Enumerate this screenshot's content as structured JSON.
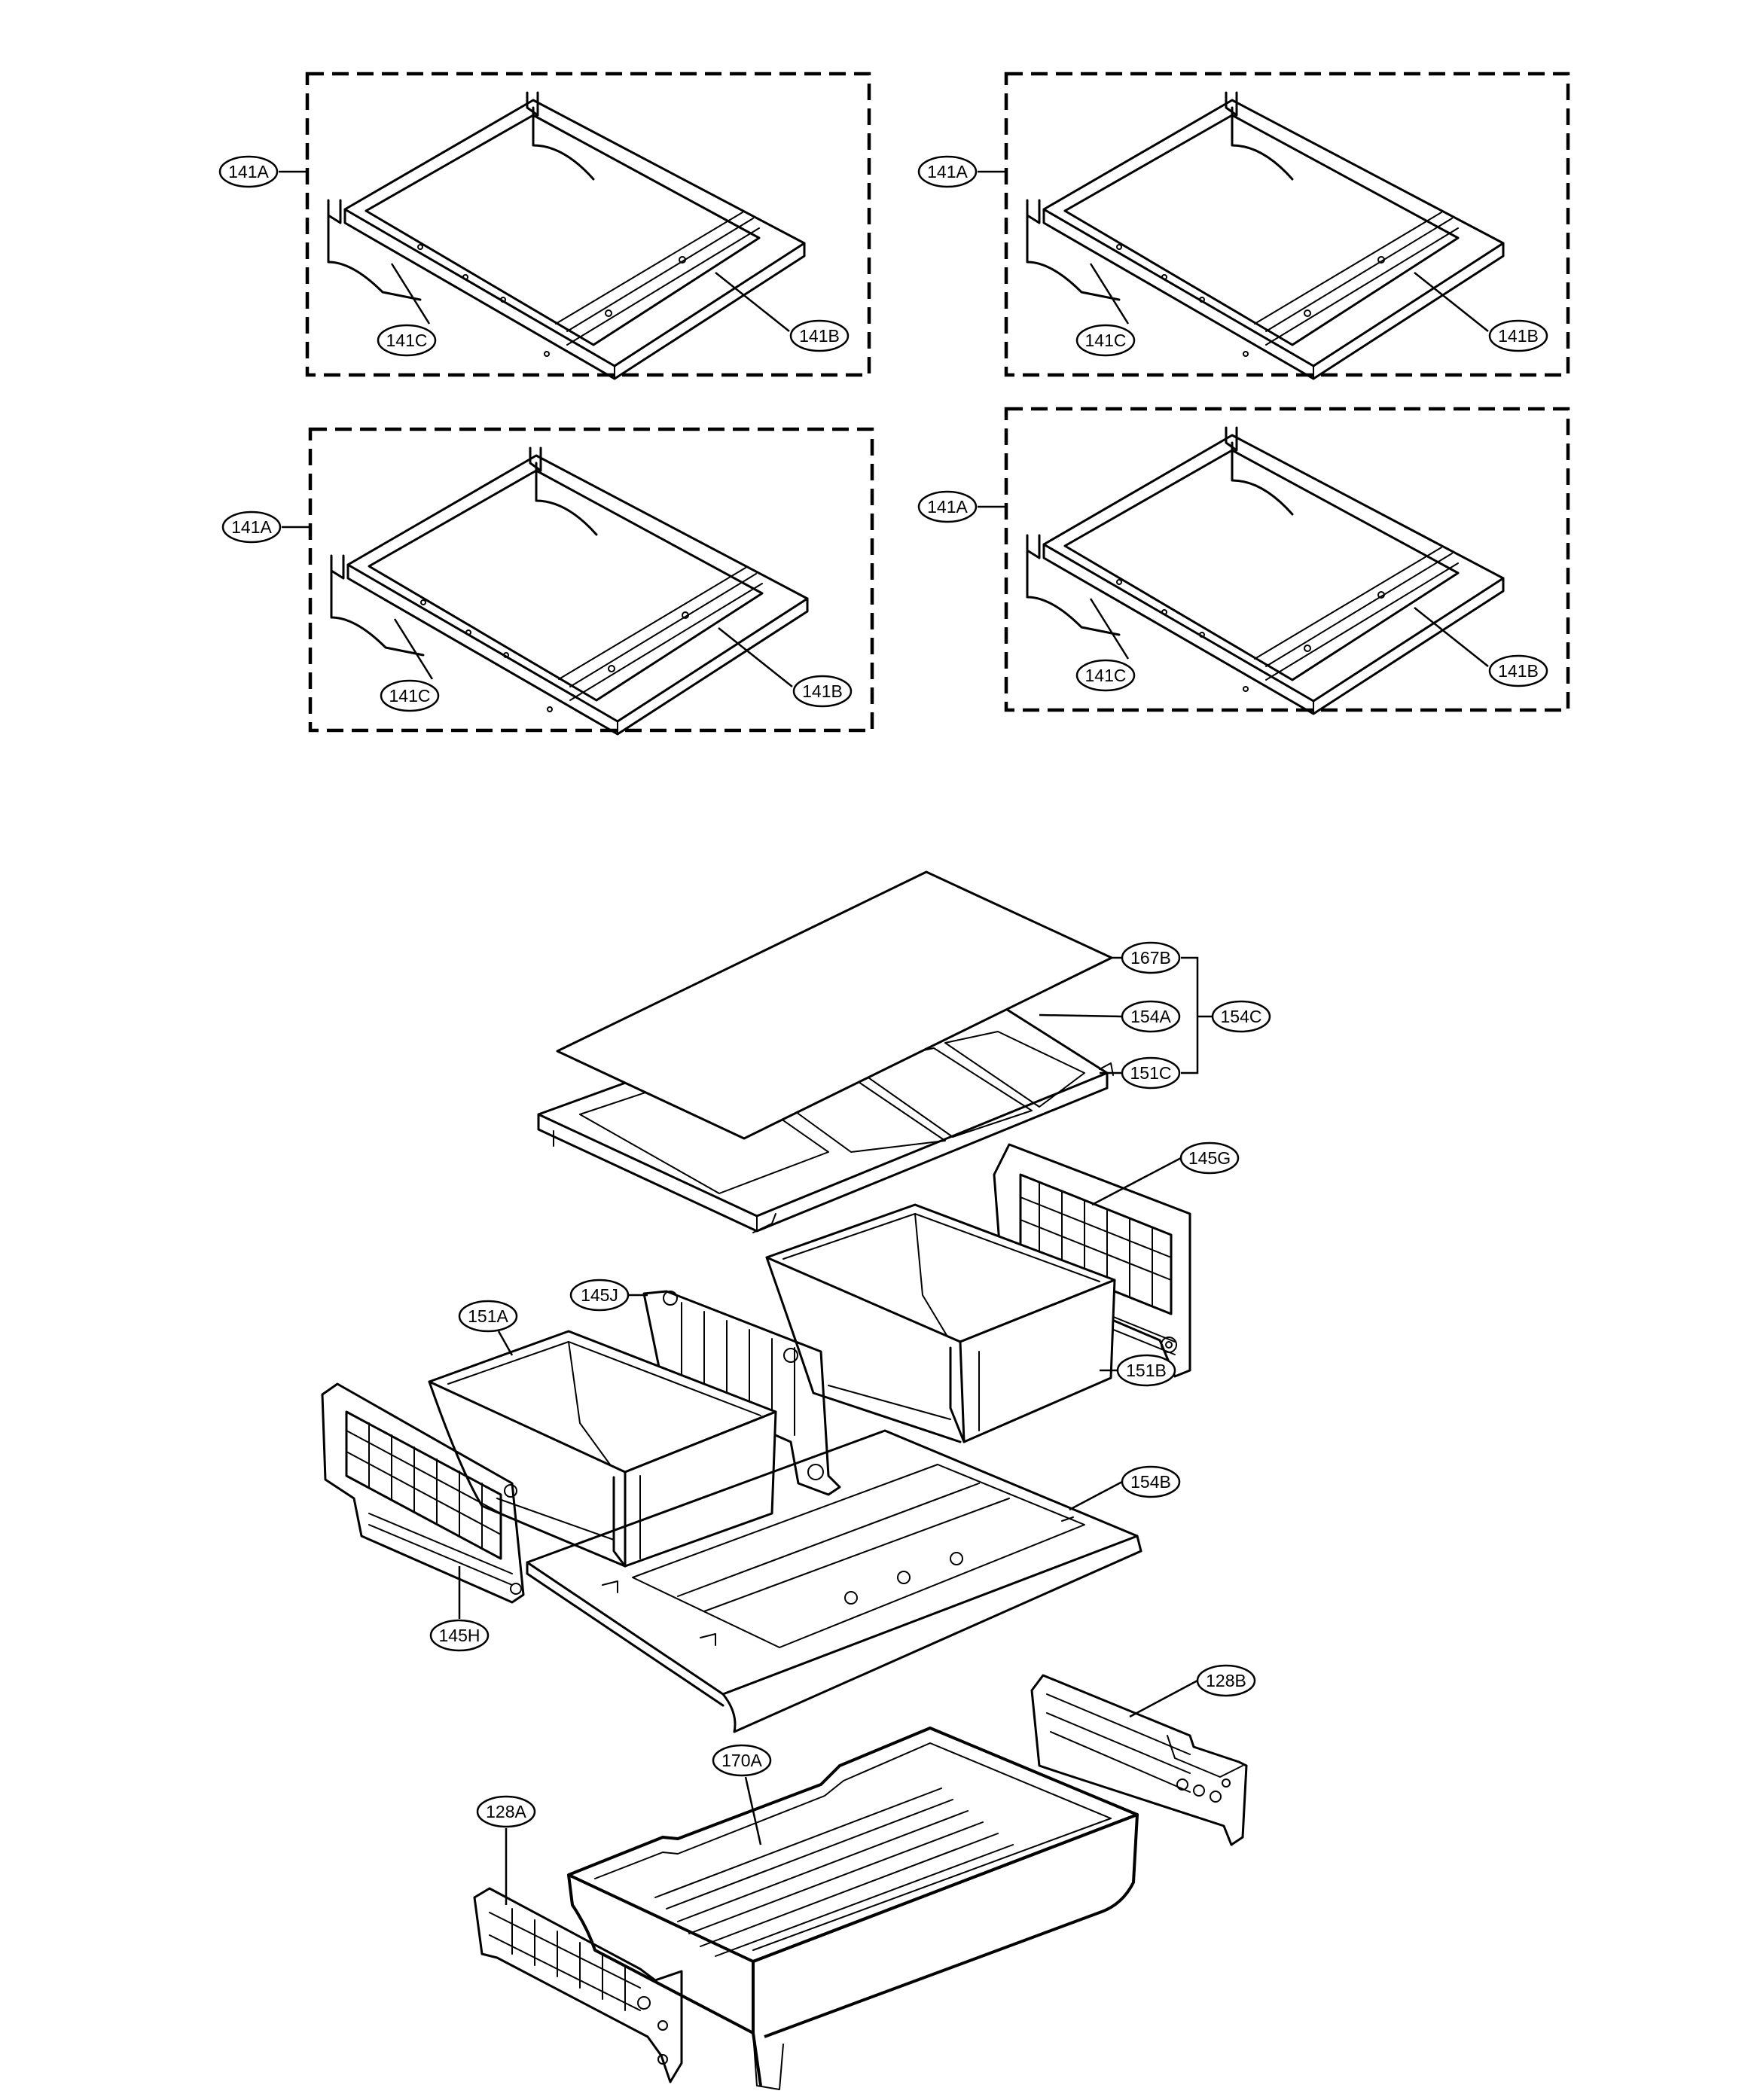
{
  "labels": {
    "p1_141A": "141A",
    "p1_141B": "141B",
    "p1_141C": "141C",
    "p2_141A": "141A",
    "p2_141B": "141B",
    "p2_141C": "141C",
    "p3_141A": "141A",
    "p3_141B": "141B",
    "p3_141C": "141C",
    "p4_141A": "141A",
    "p4_141B": "141B",
    "p4_141C": "141C",
    "l167B": "167B",
    "l154A": "154A",
    "l154C": "154C",
    "l151C": "151C",
    "l145G": "145G",
    "l145J": "145J",
    "l151A": "151A",
    "l151B": "151B",
    "l154B": "154B",
    "l145H": "145H",
    "l128B": "128B",
    "l170A": "170A",
    "l128A": "128A"
  }
}
